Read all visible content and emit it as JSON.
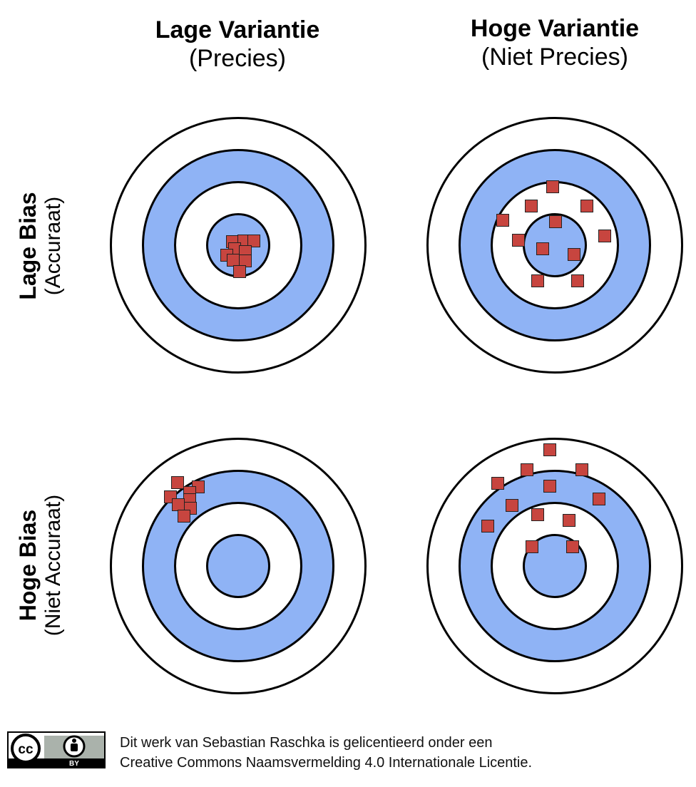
{
  "columns": [
    {
      "title": "Lage Variantie",
      "subtitle": "(Precies)"
    },
    {
      "title": "Hoge Variantie",
      "subtitle": "(Niet Precies)"
    }
  ],
  "rows": [
    {
      "title": "Lage Bias",
      "subtitle": "(Accuraat)"
    },
    {
      "title": "Hoge Bias",
      "subtitle": "(Niet Accuraat)"
    }
  ],
  "colors": {
    "blue": "#8fb3f5",
    "marker": "#c7453f",
    "ring_stroke": "#000000"
  },
  "targets": [
    {
      "id": "low-bias-low-variance",
      "row": 0,
      "col": 0,
      "hits": [
        [
          -8,
          -5
        ],
        [
          8,
          -6
        ],
        [
          22,
          -6
        ],
        [
          -5,
          5
        ],
        [
          10,
          9
        ],
        [
          -16,
          14
        ],
        [
          -7,
          21
        ],
        [
          10,
          22
        ],
        [
          2,
          37
        ]
      ]
    },
    {
      "id": "low-bias-high-variance",
      "row": 0,
      "col": 1,
      "hits": [
        [
          -3,
          -82
        ],
        [
          -33,
          -55
        ],
        [
          45,
          -55
        ],
        [
          -73,
          -35
        ],
        [
          1,
          -33
        ],
        [
          70,
          -13
        ],
        [
          -51,
          -7
        ],
        [
          -17,
          5
        ],
        [
          27,
          13
        ],
        [
          -24,
          50
        ],
        [
          32,
          50
        ]
      ]
    },
    {
      "id": "high-bias-low-variance",
      "row": 1,
      "col": 0,
      "hits": [
        [
          -85,
          -117
        ],
        [
          -56,
          -111
        ],
        [
          -68,
          -103
        ],
        [
          -95,
          -97
        ],
        [
          -68,
          -93
        ],
        [
          -84,
          -86
        ],
        [
          -67,
          -81
        ],
        [
          -76,
          -70
        ]
      ]
    },
    {
      "id": "high-bias-high-variance",
      "row": 1,
      "col": 1,
      "hits": [
        [
          -7,
          -163
        ],
        [
          -39,
          -135
        ],
        [
          38,
          -135
        ],
        [
          -80,
          -116
        ],
        [
          -7,
          -112
        ],
        [
          62,
          -94
        ],
        [
          -60,
          -85
        ],
        [
          -24,
          -72
        ],
        [
          20,
          -64
        ],
        [
          -94,
          -56
        ],
        [
          -32,
          -27
        ],
        [
          25,
          -27
        ]
      ]
    }
  ],
  "license": {
    "badge_cc": "cc",
    "badge_by": "BY",
    "line1": "Dit werk van Sebastian Raschka is gelicentieerd onder een",
    "line2": "Creative Commons Naamsvermelding 4.0 Internationale Licentie."
  }
}
